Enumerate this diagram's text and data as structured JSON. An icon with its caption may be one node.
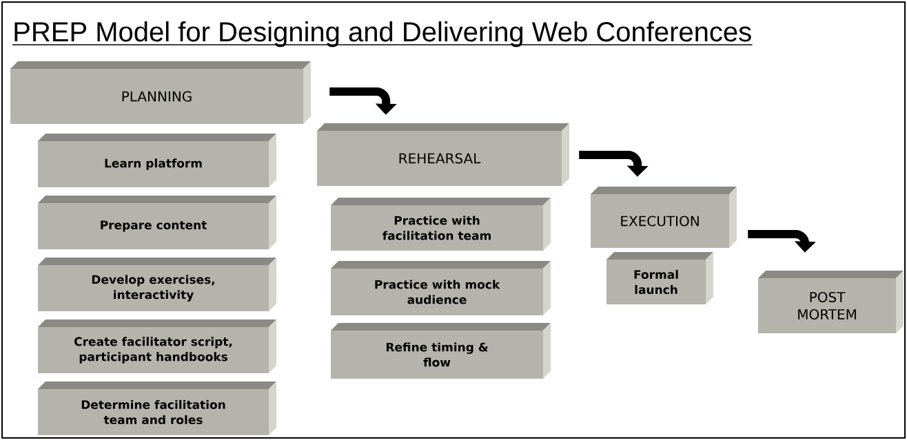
{
  "diagram": {
    "title": "PREP Model for Designing and Delivering Web Conferences",
    "nodes": [
      {
        "text": [
          "PLANNING"
        ]
      },
      {
        "text": [
          "Learn platform"
        ]
      },
      {
        "text": [
          "Prepare content"
        ]
      },
      {
        "text": [
          "Develop exercises, interactivity"
        ]
      },
      {
        "text": [
          "Create facilitator script, participant handbooks"
        ]
      },
      {
        "text": [
          "Determine facilitation team and roles"
        ]
      },
      {
        "text": [
          "REHEARSAL"
        ]
      },
      {
        "text": [
          "Practice with facilitation team"
        ]
      },
      {
        "text": [
          "Practice  with mock audience"
        ]
      },
      {
        "text": [
          "Refine timing & flow"
        ]
      },
      {
        "text": [
          "EXECUTION"
        ]
      },
      {
        "text": [
          "Formal launch"
        ]
      },
      {
        "text": [
          "POST MORTEM"
        ]
      }
    ],
    "edges": [
      {
        "from": 0,
        "to": 6,
        "arrow": "to"
      },
      {
        "from": 6,
        "to": 10,
        "arrow": "to"
      },
      {
        "from": 10,
        "to": 12,
        "arrow": "to"
      }
    ]
  }
}
